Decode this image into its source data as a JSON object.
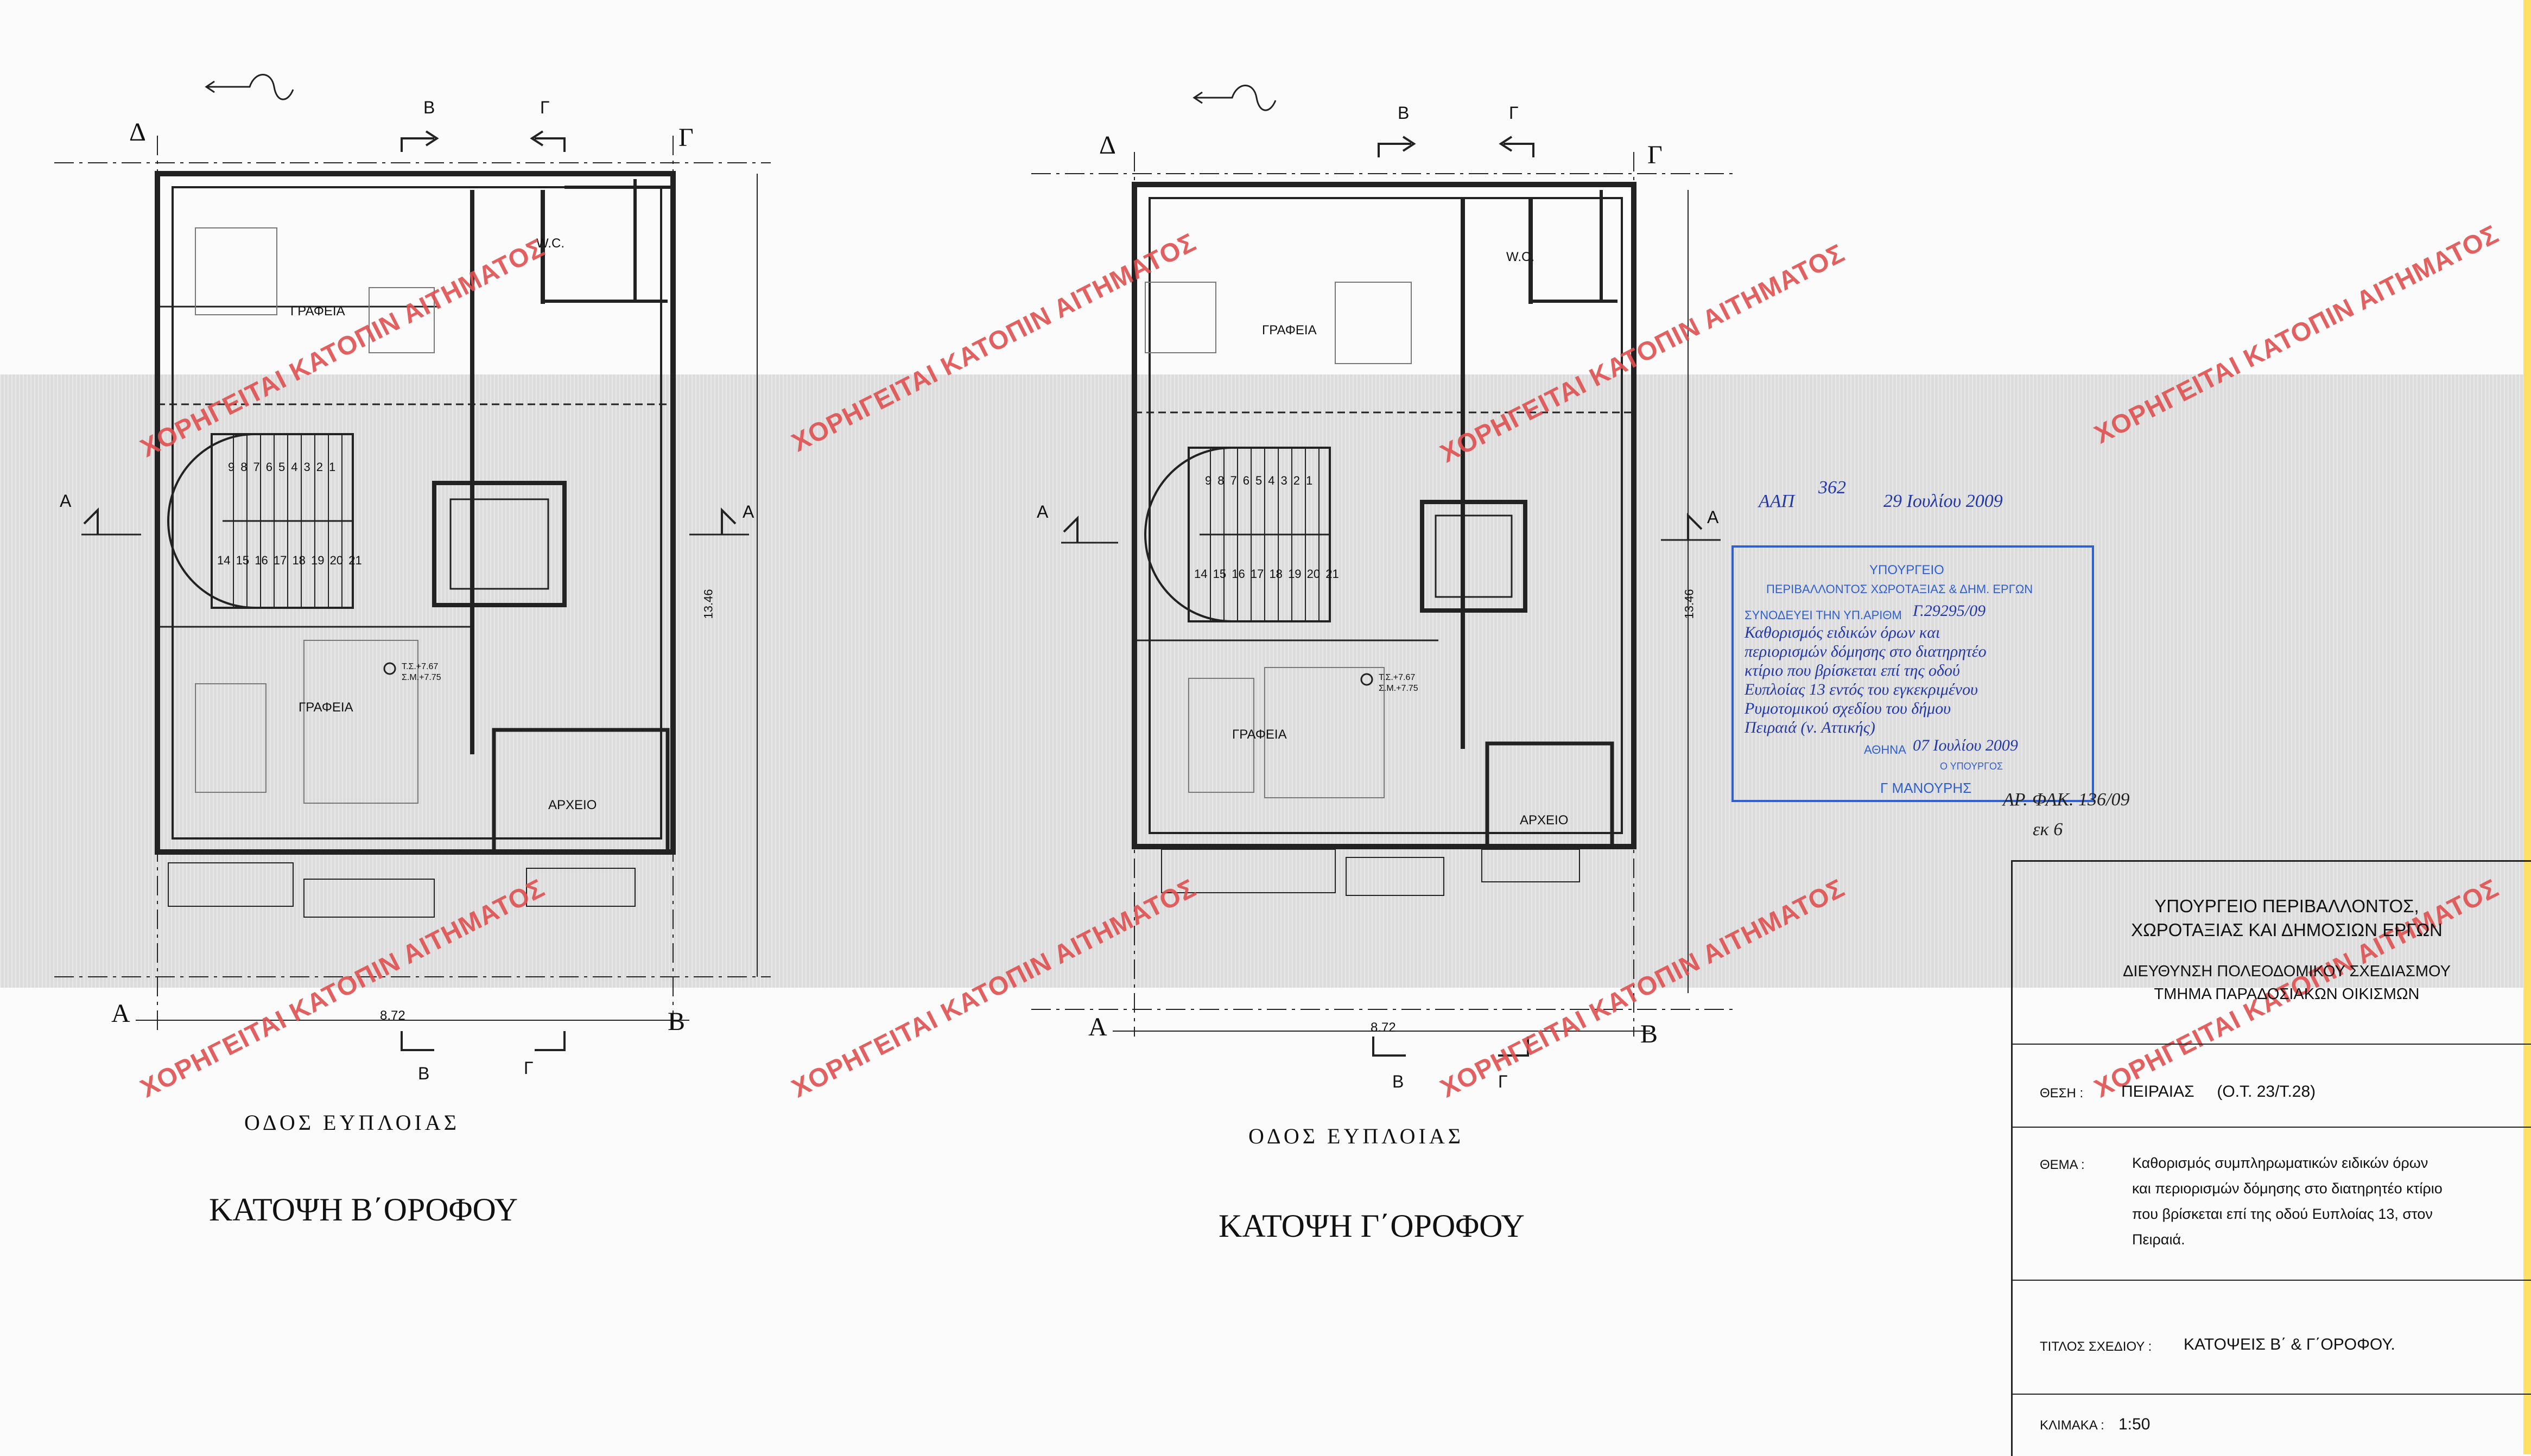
{
  "plan_left": {
    "title": "ΚΑΤΟΨΗ Β΄ΟΡΟΦΟΥ",
    "street": "ΟΔΟΣ ΕΥΠΛΟΙΑΣ",
    "rooms": {
      "offices_top": "ΓΡΑΦΕΙΑ",
      "offices_bottom": "ΓΡΑΦΕΙΑ",
      "wc": "W.C.",
      "archive": "ΑΡΧΕΙΟ"
    },
    "width_dim": "8.72",
    "height_dim": "13.46",
    "stair_steps_top": [
      "9",
      "8",
      "7",
      "6",
      "5",
      "4",
      "3",
      "2",
      "1"
    ],
    "stair_steps_bottom": [
      "14",
      "15",
      "16",
      "17",
      "18",
      "19",
      "20",
      "21"
    ],
    "level_1": "Τ.Σ.+7.67",
    "level_2": "Σ.Μ.+7.75"
  },
  "plan_right": {
    "title": "ΚΑΤΟΨΗ Γ΄ΟΡΟΦΟΥ",
    "street": "ΟΔΟΣ ΕΥΠΛΟΙΑΣ",
    "rooms": {
      "offices_top": "ΓΡΑΦΕΙΑ",
      "offices_bottom": "ΓΡΑΦΕΙΑ",
      "wc": "W.C.",
      "archive": "ΑΡΧΕΙΟ"
    },
    "width_dim": "8.72",
    "height_dim": "13.46",
    "stair_steps_top": [
      "9",
      "8",
      "7",
      "6",
      "5",
      "4",
      "3",
      "2",
      "1"
    ],
    "stair_steps_bottom": [
      "14",
      "15",
      "16",
      "17",
      "18",
      "19",
      "20",
      "21"
    ],
    "level_1": "Τ.Σ.+7.67",
    "level_2": "Σ.Μ.+7.75"
  },
  "section_marks": {
    "a": "Α",
    "b": "Β",
    "g": "Γ",
    "d": "Δ"
  },
  "watermark": "ΧΟΡΗΓΕΙΤΑΙ ΚΑΤΟΠΙΝ ΑΙΤΗΜΑΤΟΣ",
  "stamp": {
    "header1": "ΥΠΟΥΡΓΕΙΟ",
    "header2": "ΠΕΡΙΒΑΛΛΟΝΤΟΣ ΧΩΡΟΤΑΞΙΑΣ & ΔΗΜ. ΕΡΓΩΝ",
    "protocol_label": "ΣΥΝΟΔΕΥΕΙ ΤΗΝ ΥΠ.ΑΡΙΘΜ",
    "protocol_no": "Γ.29295/09",
    "hand_1": "Καθορισμός ειδικών όρων και",
    "hand_2": "περιορισμών δόμησης στο διατηρητέο",
    "hand_3": "κτίριο που βρίσκεται επί της οδού",
    "hand_4": "Ευπλοίας 13 εντός του εγκεκριμένου",
    "hand_5": "Ρυμοτομικού σχεδίου του δήμου",
    "hand_6": "Πειραιά (ν. Αττικής)",
    "city": "ΑΘΗΝΑ",
    "date": "07 Ιουλίου 2009",
    "for_minister": "Ο ΥΠΟΥΡΓΟΣ",
    "signer": "Γ ΜΑΝΟΥΡΗΣ",
    "gazette_no": "362",
    "gazette_prefix": "ΑΑΠ",
    "gazette_date": "29 Ιουλίου 2009",
    "file_no": "ΑΡ. ΦΑΚ. 136/09",
    "copy": "εκ 6"
  },
  "title_block": {
    "ministry_1": "ΥΠΟΥΡΓΕΙΟ ΠΕΡΙΒΑΛΛΟΝΤΟΣ,",
    "ministry_2": "ΧΩΡΟΤΑΞΙΑΣ ΚΑΙ ΔΗΜΟΣΙΩΝ ΕΡΓΩΝ",
    "directorate": "ΔΙΕΥΘΥΝΣΗ ΠΟΛΕΟΔΟΜΙΚΟΥ ΣΧΕΔΙΑΣΜΟΥ",
    "department": "ΤΜΗΜΑ ΠΑΡΑΔΟΣΙΑΚΩΝ ΟΙΚΙΣΜΩΝ",
    "location_label": "ΘΕΣΗ :",
    "location": "ΠΕΙΡΑΙΑΣ     (Ο.Τ. 23/Τ.28)",
    "subject_label": "ΘΕΜΑ :",
    "subject_1": "Καθορισμός συμπληρωματικών ειδικών όρων",
    "subject_2": "και περιορισμών δόμησης στο διατηρητέο κτίριο",
    "subject_3": "που βρίσκεται επί της οδού Ευπλοίας 13, στον",
    "subject_4": "Πειραιά.",
    "drawing_title_label": "ΤΙΤΛΟΣ ΣΧΕΔΙΟΥ :",
    "drawing_title": "ΚΑΤΟΨΕΙΣ Β΄ & Γ΄ΟΡΟΦΟΥ.",
    "scale_label": "ΚΛΙΜΑΚΑ :",
    "scale": "1:50"
  }
}
